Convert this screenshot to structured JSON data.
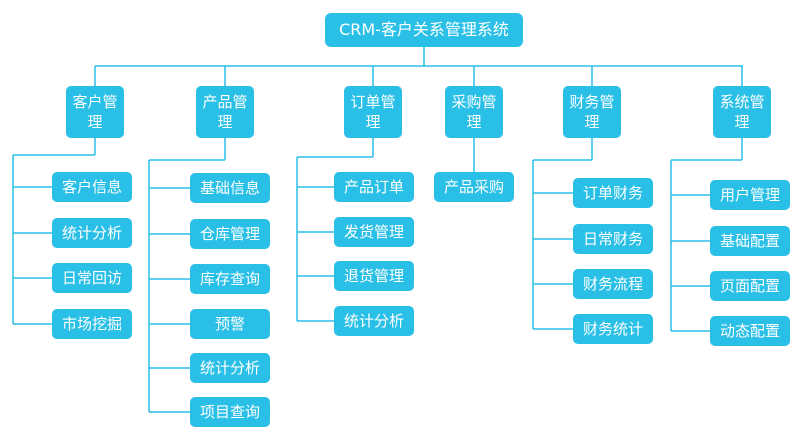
{
  "root": {
    "label": "CRM-客户关系管理系统"
  },
  "branches": [
    {
      "label": "客户管理",
      "children": [
        "客户信息",
        "统计分析",
        "日常回访",
        "市场挖掘"
      ]
    },
    {
      "label": "产品管理",
      "children": [
        "基础信息",
        "仓库管理",
        "库存查询",
        "预警",
        "统计分析",
        "项目查询"
      ]
    },
    {
      "label": "订单管理",
      "children": [
        "产品订单",
        "发货管理",
        "退货管理",
        "统计分析"
      ]
    },
    {
      "label": "采购管理",
      "children": [
        "产品采购"
      ]
    },
    {
      "label": "财务管理",
      "children": [
        "订单财务",
        "日常财务",
        "财务流程",
        "财务统计"
      ]
    },
    {
      "label": "系统管理",
      "children": [
        "用户管理",
        "基础配置",
        "页面配置",
        "动态配置"
      ]
    }
  ],
  "colors": {
    "node_fill": "#29bfe6",
    "line": "#29bfe6",
    "text": "#ffffff"
  }
}
